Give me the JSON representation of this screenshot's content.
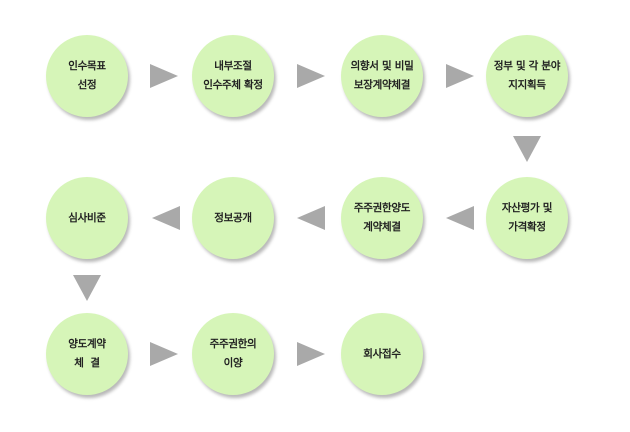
{
  "steps": [
    {
      "id": "1",
      "lines": [
        "인수목표",
        "선정"
      ]
    },
    {
      "id": "2",
      "lines": [
        "내부조절",
        "인수주체 확정"
      ]
    },
    {
      "id": "3",
      "lines": [
        "의향서 및 비밀",
        "보장계약체결"
      ]
    },
    {
      "id": "4",
      "lines": [
        "정부 및 각 분야",
        "지지획득"
      ]
    },
    {
      "id": "5",
      "lines": [
        "자산평가 및",
        "가격확정"
      ]
    },
    {
      "id": "6",
      "lines": [
        "주주권한양도",
        "계약체결"
      ]
    },
    {
      "id": "7",
      "lines": [
        "정보공개"
      ]
    },
    {
      "id": "8",
      "lines": [
        "심사비준"
      ]
    },
    {
      "id": "9",
      "lines": [
        "양도계약",
        "체  결"
      ]
    },
    {
      "id": "10",
      "lines": [
        "주주권한의",
        "이양"
      ]
    },
    {
      "id": "11",
      "lines": [
        "회사접수"
      ]
    }
  ],
  "colors": {
    "node_fill": "#d6f5b8",
    "arrow": "#a9a9a9"
  }
}
